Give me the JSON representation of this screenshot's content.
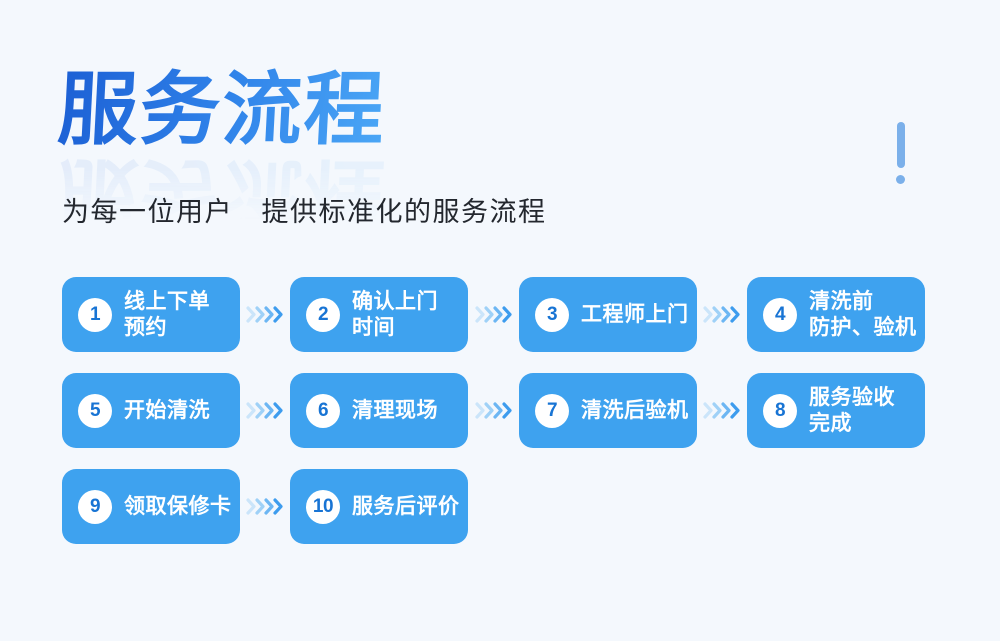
{
  "page": {
    "title": "服务流程",
    "subtitle": "为每一位用户　提供标准化的服务流程",
    "background": "#F4F8FD",
    "subtitle_color": "#23272E",
    "title_gradient": {
      "from": "#1C5FD4",
      "to": "#4BA7F6"
    },
    "exclamation_color": "#7BB0EA"
  },
  "flow": {
    "box_color": "#3EA2EF",
    "number_color": "#1874D4",
    "chevron_colors": [
      "#CBE5FA",
      "#9FD1F7",
      "#6CB6F3",
      "#3D9CEE"
    ],
    "rows": [
      {
        "steps": [
          {
            "number": "1",
            "lines": [
              "线上下单",
              "预约"
            ]
          },
          {
            "number": "2",
            "lines": [
              "确认上门",
              "时间"
            ]
          },
          {
            "number": "3",
            "lines": [
              "工程师上门"
            ]
          },
          {
            "number": "4",
            "lines": [
              "清洗前",
              "防护、验机"
            ]
          }
        ]
      },
      {
        "steps": [
          {
            "number": "5",
            "lines": [
              "开始清洗"
            ]
          },
          {
            "number": "6",
            "lines": [
              "清理现场"
            ]
          },
          {
            "number": "7",
            "lines": [
              "清洗后验机"
            ]
          },
          {
            "number": "8",
            "lines": [
              "服务验收",
              "完成"
            ]
          }
        ]
      },
      {
        "steps": [
          {
            "number": "9",
            "lines": [
              "领取保修卡"
            ]
          },
          {
            "number": "10",
            "lines": [
              "服务后评价"
            ]
          }
        ]
      }
    ]
  }
}
